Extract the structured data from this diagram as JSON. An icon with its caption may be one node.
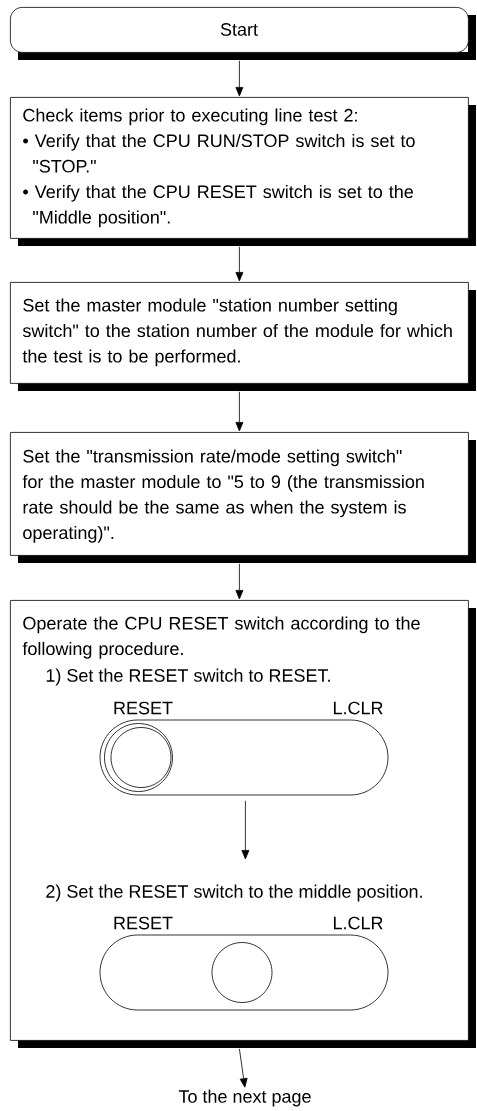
{
  "diagram": {
    "nodes": [
      {
        "text": [
          "Start"
        ]
      },
      {
        "text": [
          "Check items prior to executing line test 2:",
          "• Verify that the CPU RUN/STOP switch is set to \"STOP.\"",
          "• Verify that the CPU RESET switch is set to the \"Middle position\"."
        ]
      },
      {
        "text": [
          "Set the master module \"station number setting switch\" to the station number of the module for which the test is to be performed."
        ]
      },
      {
        "text": [
          "Set the \"transmission rate/mode setting switch\" for the master module to \"5 to 9 (the transmission rate should be the same as when the system is operating)\"."
        ]
      },
      {
        "text": [
          "Operate the CPU RESET switch according to the following procedure."
        ]
      },
      {
        "text": [
          "1) Set the RESET switch to RESET.",
          "RESET",
          "L.CLR"
        ],
        "in": 4
      },
      {
        "text": [
          "2) Set the RESET switch to the middle position.",
          "RESET",
          "L.CLR"
        ],
        "in": 4
      },
      {
        "text": [
          "To the next page"
        ]
      }
    ],
    "edges": [
      {
        "from": 0,
        "to": 1,
        "arrow": "to"
      },
      {
        "from": 1,
        "to": 2,
        "arrow": "to"
      },
      {
        "from": 2,
        "to": 3,
        "arrow": "to"
      },
      {
        "from": 3,
        "to": 4,
        "arrow": "to"
      },
      {
        "from": 5,
        "to": 6,
        "arrow": "to"
      },
      {
        "from": 4,
        "to": 7,
        "arrow": "to"
      }
    ]
  }
}
